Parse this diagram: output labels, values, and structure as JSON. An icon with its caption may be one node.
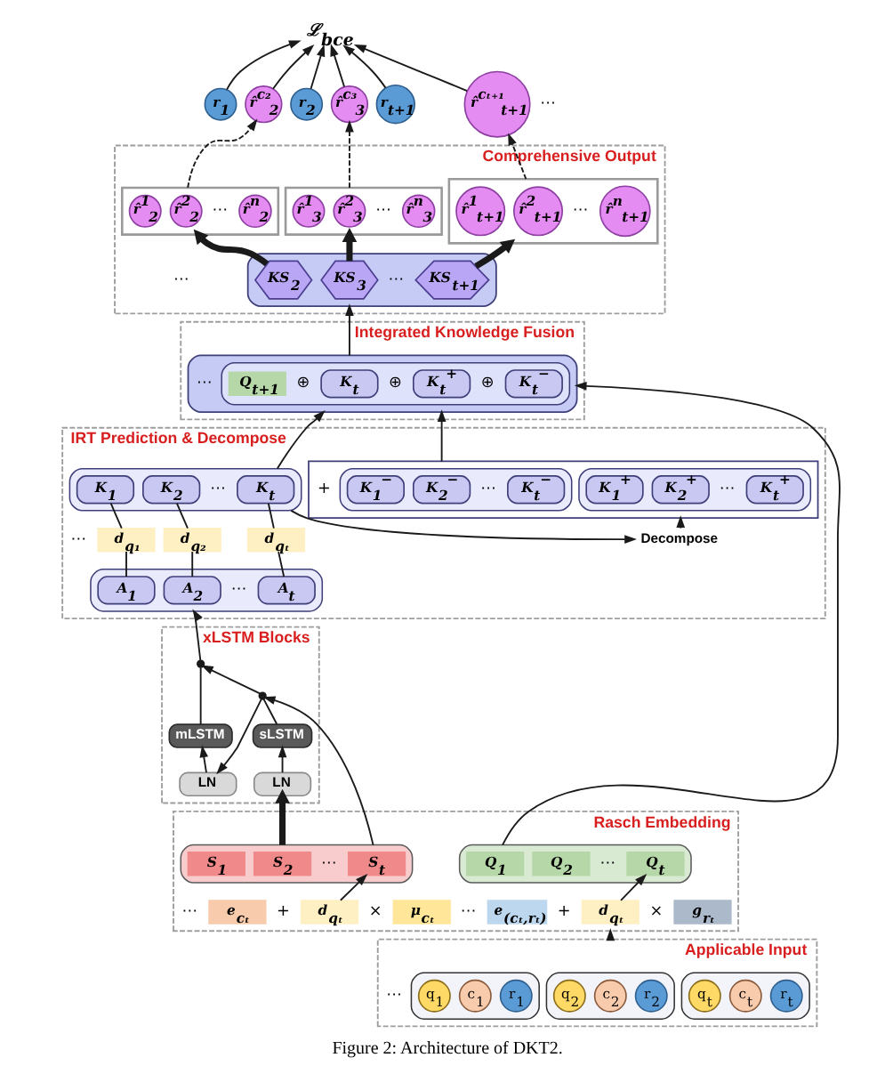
{
  "diagram": {
    "caption": "Figure 2: Architecture of DKT2.",
    "nodes": [
      {
        "text": [
          "ℒ$_{bce}$"
        ]
      },
      {
        "text": [
          "r$_{1}$"
        ]
      },
      {
        "text": [
          "r̂$^{c₂}$$_{2}$"
        ]
      },
      {
        "text": [
          "r$_{2}$"
        ]
      },
      {
        "text": [
          "r̂$^{c₃}$$_{3}$"
        ]
      },
      {
        "text": [
          "r$_{t+1}$"
        ]
      },
      {
        "text": [
          "r̂$^{cₜ₊₁}$$_{t+1}$"
        ]
      },
      {
        "text": [
          "Comprehensive Output"
        ]
      },
      {
        "text": [],
        "shape": "box",
        "in": 7
      },
      {
        "text": [
          "r̂$^{1}$$_{2}$"
        ],
        "in": 8
      },
      {
        "text": [
          "r̂$^{2}$$_{2}$"
        ],
        "in": 8
      },
      {
        "text": [
          "r̂$^{n}$$_{2}$"
        ],
        "in": 8
      },
      {
        "text": [],
        "shape": "box",
        "in": 7
      },
      {
        "text": [
          "r̂$^{1}$$_{3}$"
        ],
        "in": 12
      },
      {
        "text": [
          "r̂$^{2}$$_{3}$"
        ],
        "in": 12
      },
      {
        "text": [
          "r̂$^{n}$$_{3}$"
        ],
        "in": 12
      },
      {
        "text": [],
        "shape": "box",
        "in": 7
      },
      {
        "text": [
          "r̂$^{1}$$_{t+1}$"
        ],
        "in": 16
      },
      {
        "text": [
          "r̂$^{2}$$_{t+1}$"
        ],
        "in": 16
      },
      {
        "text": [
          "r̂$^{n}$$_{t+1}$"
        ],
        "in": 16
      },
      {
        "text": [],
        "shape": "box",
        "in": 7
      },
      {
        "text": [
          "KS$_{2}$"
        ],
        "in": 20
      },
      {
        "text": [
          "KS$_{3}$"
        ],
        "in": 20
      },
      {
        "text": [
          "KS$_{t+1}$"
        ],
        "in": 20
      },
      {
        "text": [
          "Integrated Knowledge Fusion"
        ]
      },
      {
        "text": [],
        "shape": "box",
        "in": 24
      },
      {
        "text": [],
        "shape": "box",
        "in": 25
      },
      {
        "text": [
          "Q$_{t+1}$"
        ],
        "in": 26
      },
      {
        "text": [
          "K$_{t}$"
        ],
        "in": 26
      },
      {
        "text": [
          "K$_{t}$$^{+}$"
        ],
        "in": 26
      },
      {
        "text": [
          "K$_{t}$$^{−}$"
        ],
        "in": 26
      },
      {
        "text": [
          "IRT Prediction & Decompose"
        ]
      },
      {
        "text": [],
        "shape": "box",
        "in": 31
      },
      {
        "text": [
          "K$_{1}$"
        ],
        "in": 32
      },
      {
        "text": [
          "K$_{2}$"
        ],
        "in": 32
      },
      {
        "text": [
          "K$_{t}$"
        ],
        "in": 32
      },
      {
        "text": [
          "d$_{q₁}$"
        ],
        "in": 31
      },
      {
        "text": [
          "d$_{q₂}$"
        ],
        "in": 31
      },
      {
        "text": [
          "d$_{qₜ}$"
        ],
        "in": 31
      },
      {
        "text": [],
        "shape": "box",
        "in": 31
      },
      {
        "text": [
          "A$_{1}$"
        ],
        "in": 39
      },
      {
        "text": [
          "A$_{2}$"
        ],
        "in": 39
      },
      {
        "text": [
          "A$_{t}$"
        ],
        "in": 39
      },
      {
        "text": [],
        "shape": "box",
        "in": 31
      },
      {
        "text": [],
        "shape": "box",
        "in": 43
      },
      {
        "text": [
          "K$_{1}$$^{−}$"
        ],
        "in": 44
      },
      {
        "text": [
          "K$_{2}$$^{−}$"
        ],
        "in": 44
      },
      {
        "text": [
          "K$_{t}$$^{−}$"
        ],
        "in": 44
      },
      {
        "text": [],
        "shape": "box",
        "in": 43
      },
      {
        "text": [
          "K$_{1}$$^{+}$"
        ],
        "in": 48
      },
      {
        "text": [
          "K$_{2}$$^{+}$"
        ],
        "in": 48
      },
      {
        "text": [
          "K$_{t}$$^{+}$"
        ],
        "in": 48
      },
      {
        "text": [
          "Decompose"
        ],
        "in": 31
      },
      {
        "text": [
          "xLSTM Blocks"
        ]
      },
      {
        "text": [],
        "shape": "point",
        "in": 53
      },
      {
        "text": [
          "mLSTM"
        ],
        "in": 53
      },
      {
        "text": [
          "LN"
        ],
        "in": 53
      },
      {
        "text": [],
        "shape": "point",
        "in": 53
      },
      {
        "text": [
          "sLSTM"
        ],
        "in": 53
      },
      {
        "text": [
          "LN"
        ],
        "in": 53
      },
      {
        "text": [
          "Rasch Embedding"
        ]
      },
      {
        "text": [],
        "shape": "box",
        "in": 60
      },
      {
        "text": [
          "Q$_{1}$"
        ],
        "in": 61
      },
      {
        "text": [
          "Q$_{2}$"
        ],
        "in": 61
      },
      {
        "text": [
          "Q$_{t}$"
        ],
        "in": 61
      },
      {
        "text": [],
        "shape": "box",
        "in": 60
      },
      {
        "text": [
          "S$_{1}$"
        ],
        "in": 65
      },
      {
        "text": [
          "S$_{2}$"
        ],
        "in": 65
      },
      {
        "text": [
          "S$_{t}$"
        ],
        "in": 65
      },
      {
        "text": [
          "e$_{cₜ}$"
        ],
        "in": 60
      },
      {
        "text": [
          "d$_{qₜ}$"
        ],
        "in": 60
      },
      {
        "text": [
          "μ$_{cₜ}$"
        ],
        "in": 60
      },
      {
        "text": [
          "e$_{(cₜ,rₜ)}$"
        ],
        "in": 60
      },
      {
        "text": [
          "d$_{qₜ}$"
        ],
        "in": 60
      },
      {
        "text": [
          "g$_{rₜ}$"
        ],
        "in": 60
      },
      {
        "text": [
          "Applicable Input"
        ]
      },
      {
        "text": [],
        "shape": "box",
        "in": 75
      },
      {
        "text": [
          "q$_{1}$"
        ],
        "in": 76
      },
      {
        "text": [
          "c$_{1}$"
        ],
        "in": 76
      },
      {
        "text": [
          "r$_{1}$"
        ],
        "in": 76
      },
      {
        "text": [],
        "shape": "box",
        "in": 75
      },
      {
        "text": [
          "q$_{2}$"
        ],
        "in": 80
      },
      {
        "text": [
          "c$_{2}$"
        ],
        "in": 80
      },
      {
        "text": [
          "r$_{2}$"
        ],
        "in": 80
      },
      {
        "text": [],
        "shape": "box",
        "in": 75
      },
      {
        "text": [
          "q$_{t}$"
        ],
        "in": 84
      },
      {
        "text": [
          "c$_{t}$"
        ],
        "in": 84
      },
      {
        "text": [
          "r$_{t}$"
        ],
        "in": 84
      }
    ],
    "edges": [
      {
        "from": 1,
        "to": 0,
        "arrow": "to"
      },
      {
        "from": 2,
        "to": 0,
        "arrow": "to"
      },
      {
        "from": 3,
        "to": 0,
        "arrow": "to"
      },
      {
        "from": 4,
        "to": 0,
        "arrow": "to"
      },
      {
        "from": 5,
        "to": 0,
        "arrow": "to"
      },
      {
        "from": 6,
        "to": 0,
        "arrow": "to"
      },
      {
        "from": 8,
        "to": 2,
        "arrow": "to",
        "style": "dashed"
      },
      {
        "from": 12,
        "to": 4,
        "arrow": "to",
        "style": "dashed"
      },
      {
        "from": 16,
        "to": 6,
        "arrow": "to",
        "style": "dashed"
      },
      {
        "from": 21,
        "to": 8,
        "arrow": "to",
        "style": "thick"
      },
      {
        "from": 22,
        "to": 12,
        "arrow": "to",
        "style": "thick"
      },
      {
        "from": 23,
        "to": 16,
        "arrow": "to",
        "style": "thick"
      },
      {
        "from": 25,
        "to": 20,
        "arrow": "to"
      },
      {
        "from": 32,
        "to": 25,
        "arrow": "to"
      },
      {
        "from": 43,
        "to": 25,
        "arrow": "to"
      },
      {
        "from": 61,
        "to": 25,
        "arrow": "to"
      },
      {
        "from": 36,
        "to": 33,
        "arrow": "none"
      },
      {
        "from": 37,
        "to": 34,
        "arrow": "none"
      },
      {
        "from": 38,
        "to": 35,
        "arrow": "none"
      },
      {
        "from": 40,
        "to": 36,
        "arrow": "none"
      },
      {
        "from": 41,
        "to": 37,
        "arrow": "none"
      },
      {
        "from": 42,
        "to": 38,
        "arrow": "none"
      },
      {
        "from": 32,
        "to": 52,
        "arrow": "to"
      },
      {
        "from": 52,
        "to": 43,
        "arrow": "to"
      },
      {
        "from": 54,
        "to": 39,
        "arrow": "to"
      },
      {
        "from": 55,
        "to": 54,
        "arrow": "none"
      },
      {
        "from": 56,
        "to": 55,
        "arrow": "to"
      },
      {
        "from": 57,
        "to": 56,
        "arrow": "to"
      },
      {
        "from": 57,
        "to": 54,
        "arrow": "to"
      },
      {
        "from": 58,
        "to": 57,
        "arrow": "none"
      },
      {
        "from": 59,
        "to": 58,
        "arrow": "to"
      },
      {
        "from": 65,
        "to": 59,
        "arrow": "to",
        "style": "thick"
      },
      {
        "from": 65,
        "to": 57,
        "arrow": "to"
      },
      {
        "from": 70,
        "to": 64,
        "arrow": "to"
      },
      {
        "from": 73,
        "to": 68,
        "arrow": "to"
      },
      {
        "from": 75,
        "to": 60,
        "arrow": "to"
      }
    ],
    "labels": [
      "⋯",
      "⋯",
      "⋯",
      "⋯",
      "⋯",
      "⋯",
      "⋯",
      "⊕",
      "⊕",
      "⊕",
      "⋯",
      "⋯",
      "+",
      "⋯",
      "⋯",
      "⋯",
      "⋯",
      "⋯",
      "⋯",
      "+",
      "×",
      "⋯",
      "+",
      "×",
      "⋯"
    ]
  }
}
